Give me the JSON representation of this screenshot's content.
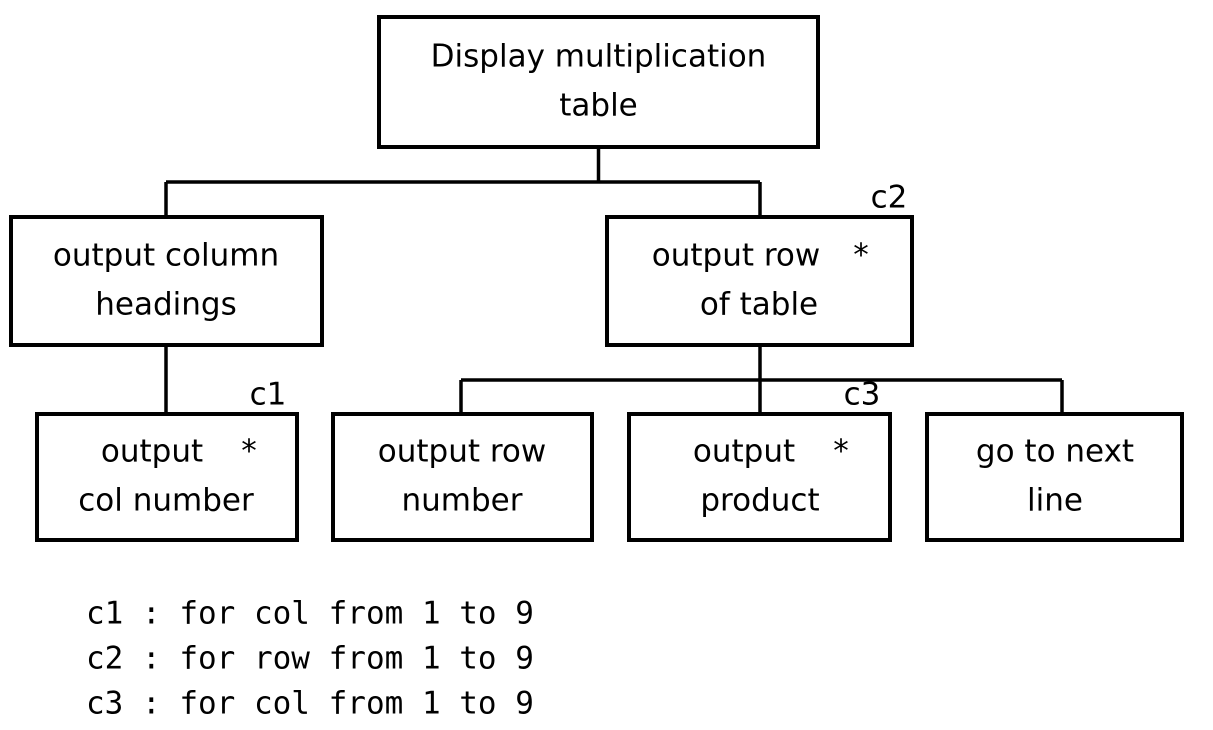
{
  "diagram": {
    "type": "structure-chart",
    "title_box": {
      "id": "root",
      "lines": [
        "Display multiplication",
        "table"
      ],
      "repeat_marker": "",
      "condition_label": ""
    },
    "boxes": [
      {
        "id": "root",
        "level": 1,
        "lines": [
          "Display multiplication",
          "table"
        ],
        "repeat_marker": "",
        "condition_label": ""
      },
      {
        "id": "output-column-headings",
        "level": 2,
        "lines": [
          "output column",
          "headings"
        ],
        "repeat_marker": "",
        "condition_label": ""
      },
      {
        "id": "output-row-of-table",
        "level": 2,
        "lines": [
          "output row",
          "of table"
        ],
        "repeat_marker": "*",
        "condition_label": "c2"
      },
      {
        "id": "output-col-number",
        "level": 3,
        "lines": [
          "output",
          "col number"
        ],
        "repeat_marker": "*",
        "condition_label": "c1"
      },
      {
        "id": "output-row-number",
        "level": 3,
        "lines": [
          "output row",
          "number"
        ],
        "repeat_marker": "",
        "condition_label": ""
      },
      {
        "id": "output-product",
        "level": 3,
        "lines": [
          "output",
          "product"
        ],
        "repeat_marker": "*",
        "condition_label": "c3"
      },
      {
        "id": "go-to-next-line",
        "level": 3,
        "lines": [
          "go to next",
          "line"
        ],
        "repeat_marker": "",
        "condition_label": ""
      }
    ],
    "legend": [
      {
        "id": "c1",
        "text": "c1 : for col from 1 to 9"
      },
      {
        "id": "c2",
        "text": "c2 : for row from 1 to 9"
      },
      {
        "id": "c3",
        "text": "c3 : for col from 1 to 9"
      }
    ],
    "colors": {
      "background": "#ffffff",
      "stroke": "#000000",
      "text": "#000000"
    }
  }
}
